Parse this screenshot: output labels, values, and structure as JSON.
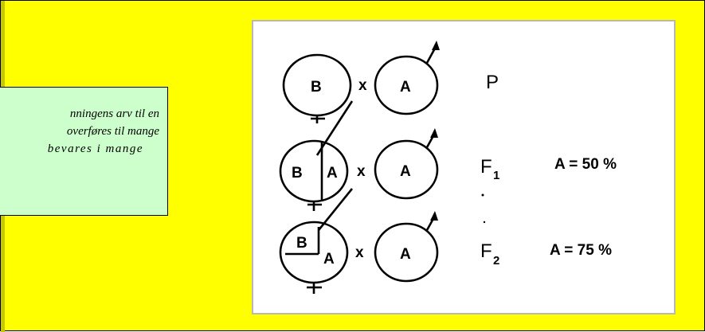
{
  "textbox": {
    "lines": [
      "nningens arv til en",
      "overføres til mange",
      "bevares i mange"
    ]
  },
  "diagram": {
    "cross_symbol": "x",
    "rows": [
      {
        "female_labels": [
          "B"
        ],
        "male_label": "A",
        "generation": "P",
        "subscript": "",
        "percentage": ""
      },
      {
        "female_labels": [
          "B",
          "A"
        ],
        "male_label": "A",
        "generation": "F",
        "subscript": "1",
        "percentage": "A = 50 %"
      },
      {
        "female_labels": [
          "B",
          "A"
        ],
        "male_label": "A",
        "generation": "F",
        "subscript": "2",
        "percentage": "A = 75 %"
      }
    ]
  },
  "colors": {
    "background": "#ffff00",
    "textbox": "#ccffcc",
    "figure_bg": "#ffffff",
    "figure_border": "#b8b8b8"
  }
}
